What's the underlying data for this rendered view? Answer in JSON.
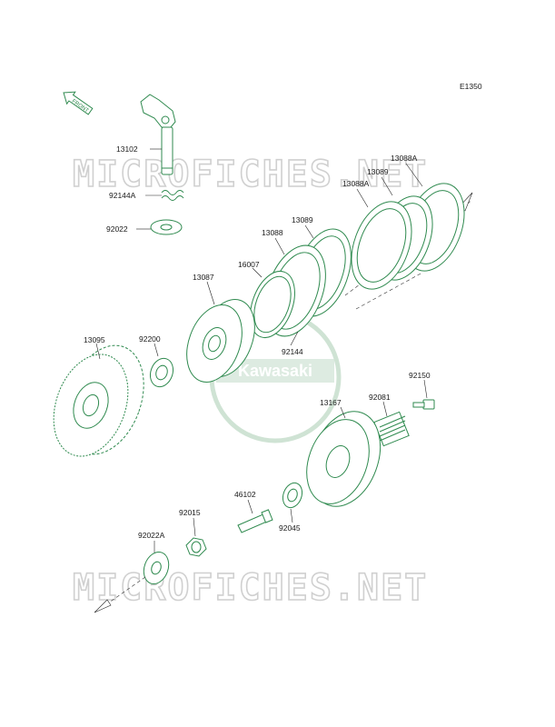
{
  "diagram": {
    "code": "E1350",
    "front_label": "FRONT",
    "watermark_text": "MICROFICHES.NET",
    "logo_text": "Kawasaki",
    "part_color": "#2f8a4f",
    "watermark_color": "#d0d0d0",
    "parts": [
      "13102",
      "92144A",
      "92022",
      "13087",
      "16007",
      "13088",
      "13089",
      "13088A",
      "13089",
      "13088A",
      "92144",
      "13095",
      "92200",
      "92150",
      "13167",
      "92081",
      "46102",
      "92015",
      "92045",
      "92022A"
    ]
  }
}
